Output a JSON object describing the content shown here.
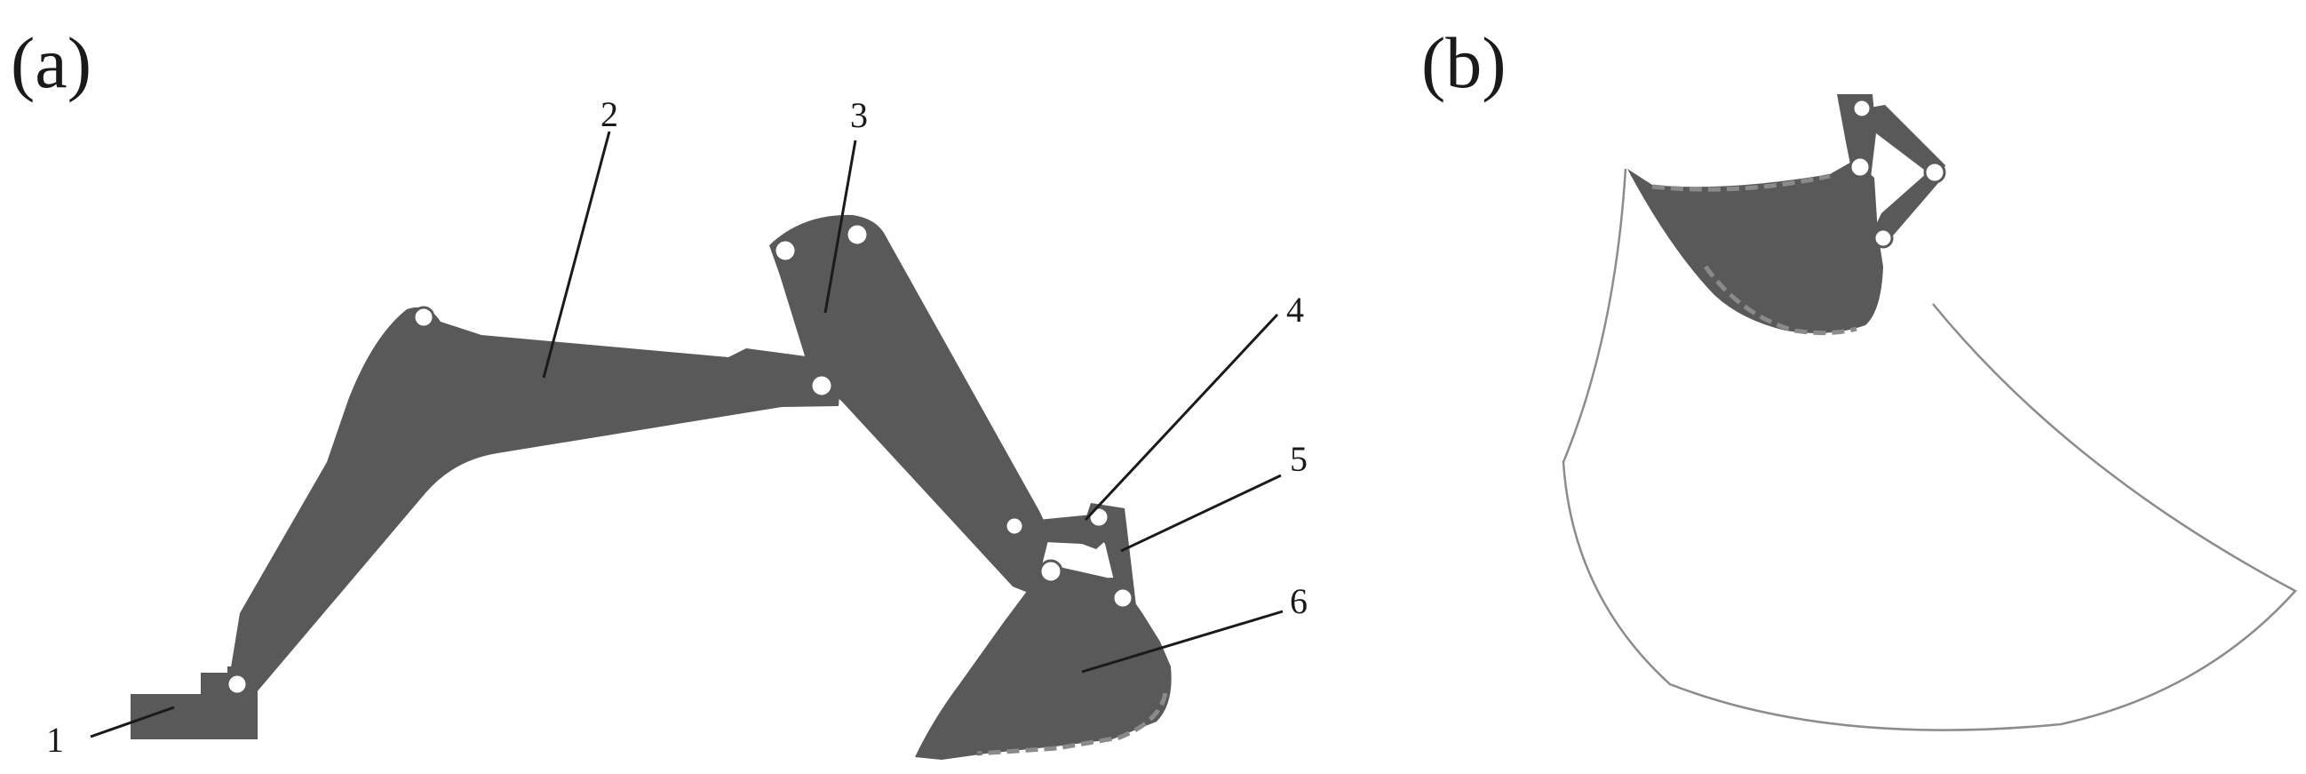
{
  "panels": [
    {
      "id": "a",
      "label": "(a)"
    },
    {
      "id": "b",
      "label": "(b)"
    }
  ],
  "parts": [
    {
      "number": "1"
    },
    {
      "number": "2"
    },
    {
      "number": "3"
    },
    {
      "number": "4"
    },
    {
      "number": "5"
    },
    {
      "number": "6"
    }
  ],
  "colors": {
    "body": "#595959",
    "envelope": "#8c8c8c",
    "background": "#ffffff"
  }
}
